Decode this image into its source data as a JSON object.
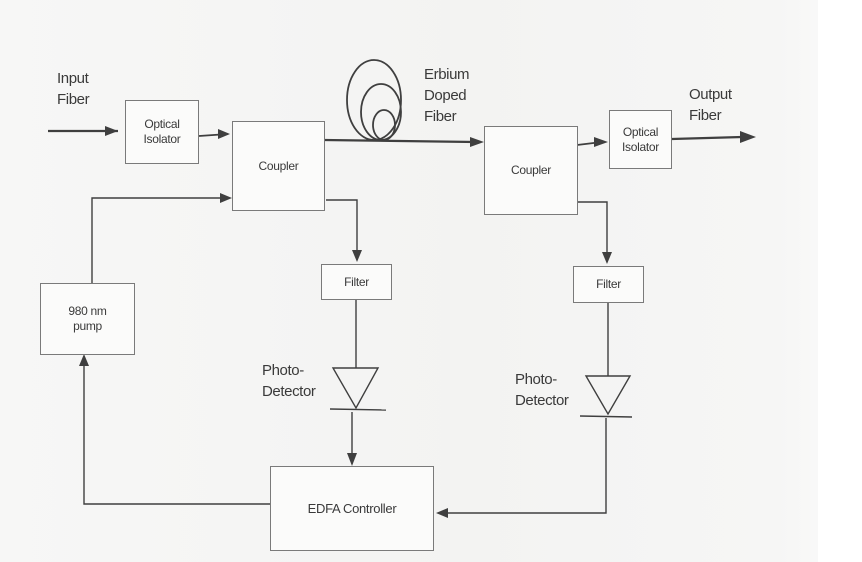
{
  "colors": {
    "line": "#3f3f3f",
    "box_border": "#7a7a7a",
    "text": "#3a3a3a"
  },
  "labels": {
    "input_fiber": "Input\nFiber",
    "output_fiber": "Output\nFiber",
    "erbium_doped_fiber": "Erbium\nDoped\nFiber",
    "photodetector_left": "Photo-\nDetector",
    "photodetector_right": "Photo-\nDetector"
  },
  "blocks": {
    "optical_isolator_in": "Optical\nIsolator",
    "coupler_left": "Coupler",
    "coupler_right": "Coupler",
    "optical_isolator_out": "Optical\nIsolator",
    "filter_left": "Filter",
    "filter_right": "Filter",
    "pump": "980 nm\npump",
    "edfa_controller": "EDFA Controller"
  },
  "icons": [
    "fiber-coil-icon",
    "photodiode-icon",
    "arrow-head-icon"
  ]
}
